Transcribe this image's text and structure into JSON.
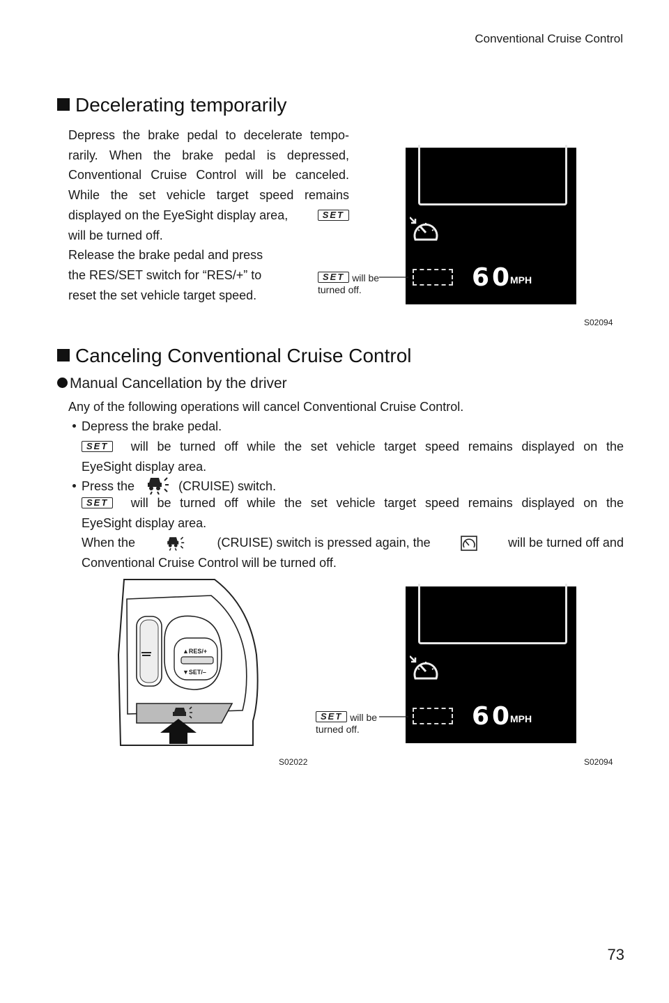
{
  "header": {
    "title": "Conventional Cruise Control"
  },
  "section1": {
    "title": "Decelerating temporarily",
    "lines": [
      "Depress the brake pedal to decelerate tempo-",
      "rarily. When the brake pedal is depressed,",
      "Conventional Cruise Control will be canceled.",
      "While the set vehicle target speed remains",
      "displayed on the EyeSight display area,",
      "will be turned off.",
      "Release the brake pedal and press",
      "the RES/SET switch for “RES/+” to",
      "reset the set vehicle target speed."
    ]
  },
  "set_icon_text": "SET",
  "display1": {
    "speed": "60",
    "unit": "MPH",
    "callout_1": "will be",
    "callout_2": "turned off.",
    "code": "S02094"
  },
  "section2": {
    "title": "Canceling Conventional Cruise Control",
    "subtitle": "Manual Cancellation by the driver",
    "intro": "Any of the following operations will cancel Conventional Cruise Control.",
    "b1": "Depress the brake pedal.",
    "b1_line1": "will be turned off while the set vehicle target speed remains displayed on the",
    "b1_line2": "EyeSight display area.",
    "b2_pre": "Press the",
    "b2_post": "(CRUISE) switch.",
    "b2_line1": "will be turned off while the set vehicle target speed remains displayed on the",
    "b2_line2": "EyeSight display area.",
    "b2_when_a": "When the",
    "b2_when_b": "(CRUISE) switch is pressed again, the",
    "b2_when_c": "will be turned off and",
    "b2_last": "Conventional Cruise Control will be turned off."
  },
  "switch_panel": {
    "res_label": "▲RES/+",
    "set_label": "▼SET/–",
    "code": "S02022"
  },
  "display2": {
    "speed": "60",
    "unit": "MPH",
    "callout_1": "will be",
    "callout_2": "turned off.",
    "code": "S02094"
  },
  "page_number": "73"
}
